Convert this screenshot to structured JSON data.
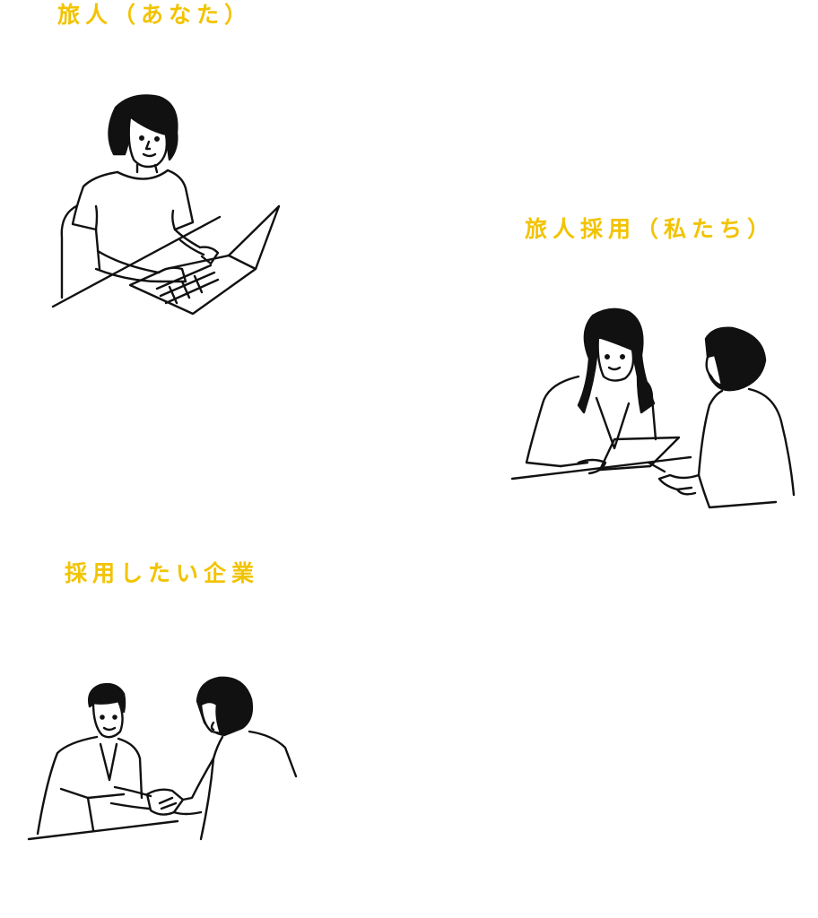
{
  "theme": {
    "accent_color": "#F2C300",
    "line_color": "#111111",
    "background_color": "#FFFFFF"
  },
  "labels": {
    "traveler": "旅人（あなた）",
    "agency": "旅人採用（私たち）",
    "company": "採用したい企業"
  },
  "illustrations": [
    {
      "icon": "woman-typing-on-laptop"
    },
    {
      "icon": "interview-meeting"
    },
    {
      "icon": "business-handshake"
    }
  ]
}
